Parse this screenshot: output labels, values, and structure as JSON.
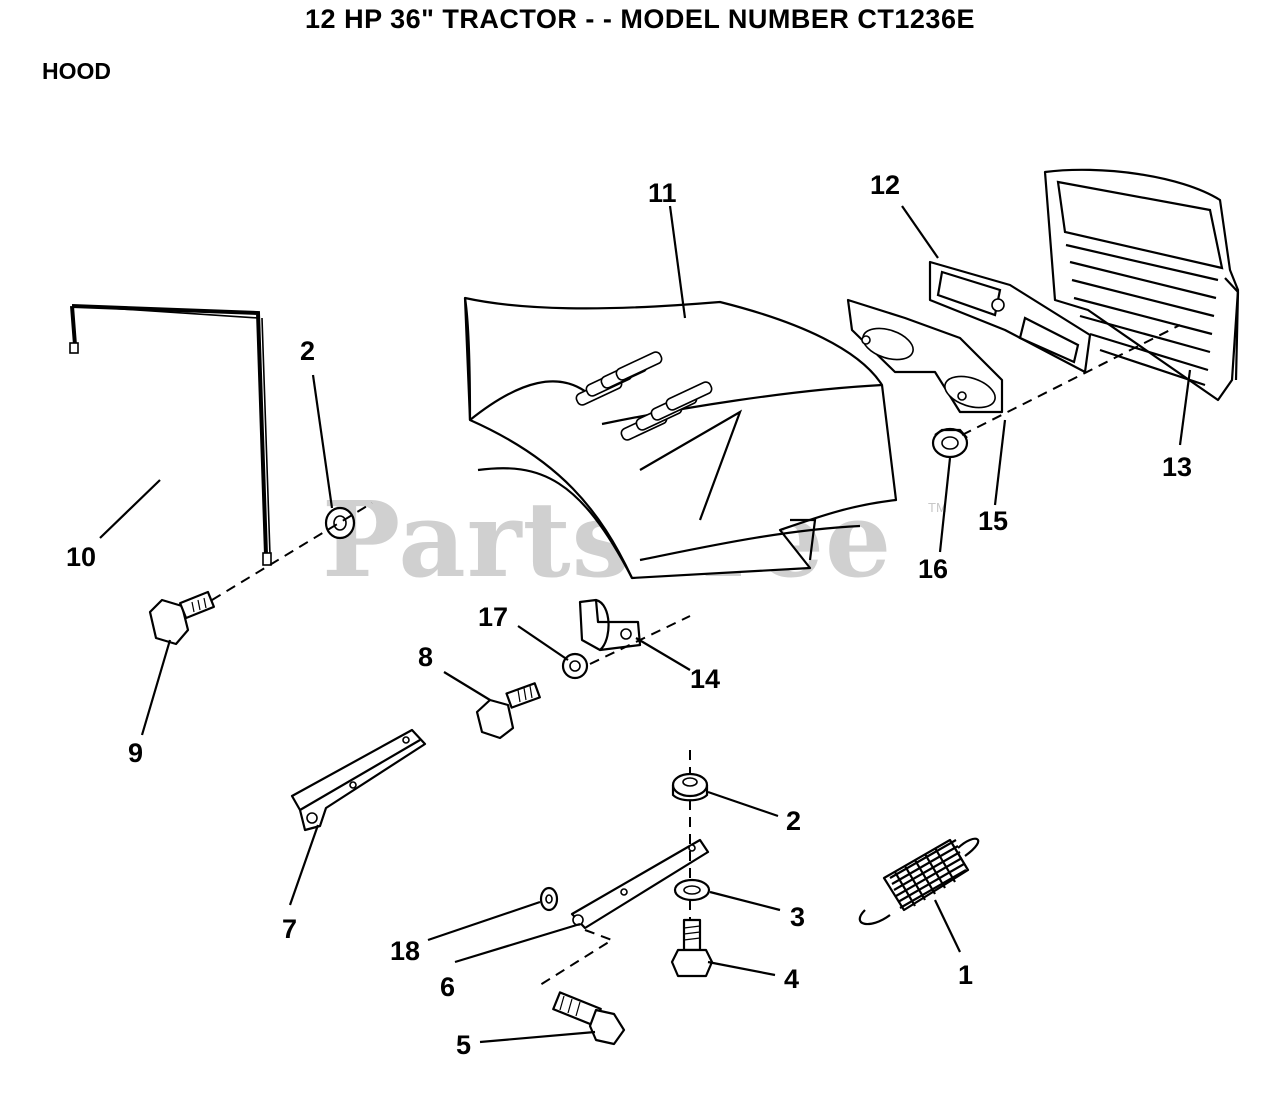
{
  "header": {
    "title": "12 HP 36\" TRACTOR - - MODEL NUMBER CT1236E",
    "section": "HOOD"
  },
  "watermark": {
    "text": "PartsTree",
    "mark": "TM"
  },
  "callouts": {
    "c1": "1",
    "c2a": "2",
    "c2b": "2",
    "c3": "3",
    "c4": "4",
    "c5": "5",
    "c6": "6",
    "c7": "7",
    "c8": "8",
    "c9": "9",
    "c10": "10",
    "c11": "11",
    "c12": "12",
    "c13": "13",
    "c14": "14",
    "c15": "15",
    "c16": "16",
    "c17": "17",
    "c18": "18"
  }
}
